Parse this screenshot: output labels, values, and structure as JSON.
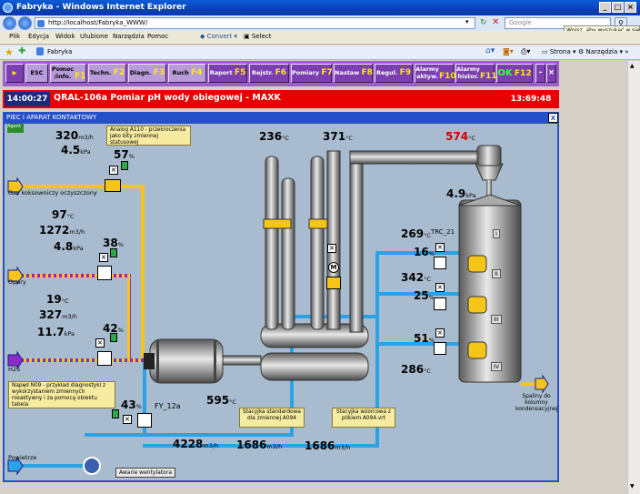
{
  "browser": {
    "title": "Fabryka - Windows Internet Explorer",
    "url": "http://localhost/Fabryka_WWW/",
    "search_placeholder": "Google",
    "tooltip": "Wpisz, aby wyszukać w sieci",
    "menu": [
      "Plik",
      "Edycja",
      "Widok",
      "Ulubione",
      "Narzędzia",
      "Pomoc"
    ],
    "convert_label": "Convert",
    "select_label": "Select",
    "tab_label": "Fabryka",
    "page_label": "Strona",
    "tools_label": "Narzędzia"
  },
  "toolbar": {
    "esc": "ESC",
    "buttons": [
      {
        "label": "Pomoc /info.",
        "key": "F1"
      },
      {
        "label": "Techn.",
        "key": "F2"
      },
      {
        "label": "Diagn.",
        "key": "F3"
      },
      {
        "label": "Ruch",
        "key": "F4"
      },
      {
        "label": "Raport",
        "key": "F5"
      },
      {
        "label": "Rejstr.",
        "key": "F6"
      },
      {
        "label": "Pomiary",
        "key": "F7"
      },
      {
        "label": "Nastaw",
        "key": "F8"
      },
      {
        "label": "Regul.",
        "key": "F9"
      },
      {
        "label": "Alarmy aktyw.",
        "key": "F10"
      },
      {
        "label": "Alarmy histor.",
        "key": "F11"
      }
    ],
    "ok": "OK",
    "ok_key": "F12"
  },
  "alarm": {
    "time_left": "14:00:27",
    "message": "QRAL-106a  Pomiar pH wody obiegowej - MAXK",
    "time_right": "13:69:48"
  },
  "window": {
    "title": "PIEC I APARAT KONTAKTOWY",
    "close": "X",
    "status_tag": "Agent"
  },
  "process": {
    "gas_label": "Gaz koksowniczy oczyszczony",
    "gas_value": "320",
    "gas_unit": "m3/h",
    "gas_pressure": "4.5",
    "gas_pressure_unit": "kPa",
    "gas_valve": "57",
    "pct": "%",
    "note_a110": "Analog A110 - przekroczenia jako bity zmiennej statusowej",
    "opary_label": "Opary",
    "opary_temp": "97",
    "deg": "°C",
    "opary_flow": "1272",
    "flow_unit": "m3/h",
    "opary_pressure": "4.8",
    "kpa": "kPa",
    "opary_valve": "38",
    "h2s_label": "H2S",
    "h2s_temp": "19",
    "h2s_flow": "327",
    "h2s_pressure": "11.7",
    "h2s_valve": "42",
    "note_n09": "Napęd N09 - przykład diagnostyki z wykorzystaniem zmiennych nieaktywny i za pomocą obiektu tabela",
    "fy_valve": "43",
    "fy_label": "FY_12a",
    "air_label": "Powietrze",
    "fan_button": "Awarie wentylatora",
    "flow_4228": "4228",
    "flow_1686a": "1686",
    "flow_1686b": "1686",
    "note_std": "Stacyjka standardowa dla zmiennej A094",
    "note_wz": "Stacyjka wzorcowa z plikiem A094.vrt",
    "furnace_temp": "595",
    "pipe_temp_1": "236",
    "pipe_temp_2": "371",
    "pipe_temp_top": "574",
    "top_pressure": "4.9",
    "trc_label": "TRC_21",
    "col_temp_1": "269",
    "col_valve_1": "16",
    "col_temp_2": "342",
    "col_valve_2": "25",
    "col_valve_3": "51",
    "col_temp_bottom": "286",
    "stage_labels": [
      "I",
      "II",
      "III",
      "IV"
    ],
    "outlet_label": "Spaliny do kolumny kondensacyjnej",
    "motor": "M"
  },
  "colors": {
    "alarm_red": "#e60000",
    "toolbar_purple": "#9a60c7",
    "pipe_yellow": "#f5c518",
    "pipe_blue": "#2aa2e6",
    "window_blue": "#2650c8",
    "scada_bg": "#a9bccf"
  }
}
